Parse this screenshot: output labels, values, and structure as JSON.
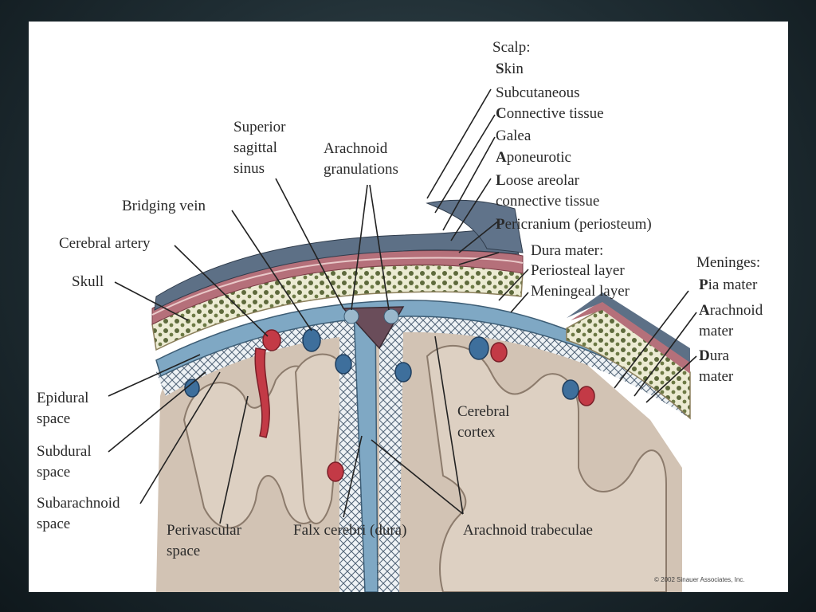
{
  "labels": {
    "scalp_title": "Scalp:",
    "skin": {
      "initial": "S",
      "rest": "kin"
    },
    "subcutaneous": "Subcutaneous",
    "connective_tissue": {
      "initial": "C",
      "rest": "onnective tissue"
    },
    "galea": "Galea",
    "aponeurotic": {
      "initial": "A",
      "rest": "poneurotic"
    },
    "loose_areolar_1": {
      "initial": "L",
      "rest": "oose areolar"
    },
    "loose_areolar_2": "connective tissue",
    "pericranium": {
      "initial": "P",
      "rest": "ericranium (periosteum)"
    },
    "superior_sagittal_sinus": [
      "Superior",
      "sagittal",
      "sinus"
    ],
    "arachnoid_granulations": [
      "Arachnoid",
      "granulations"
    ],
    "bridging_vein": "Bridging vein",
    "cerebral_artery": "Cerebral artery",
    "skull": "Skull",
    "dura_mater_title": "Dura mater:",
    "periosteal_layer": "Periosteal layer",
    "meningeal_layer": "Meningeal layer",
    "meninges_title": "Meninges:",
    "pia_mater": {
      "initial": "P",
      "rest": "ia mater"
    },
    "arachnoid_mater_1": {
      "initial": "A",
      "rest": "rachnoid"
    },
    "arachnoid_mater_2": "mater",
    "dura_mater_1": {
      "initial": "D",
      "rest": "ura"
    },
    "dura_mater_2": "mater",
    "epidural_space": [
      "Epidural",
      "space"
    ],
    "subdural_space": [
      "Subdural",
      "space"
    ],
    "subarachnoid_space": [
      "Subarachnoid",
      "space"
    ],
    "perivascular_space": [
      "Perivascular",
      "space"
    ],
    "falx_cerebri": "Falx cerebri (dura)",
    "arachnoid_trabeculae": "Arachnoid trabeculae",
    "cerebral_cortex": [
      "Cerebral",
      "cortex"
    ],
    "copyright": "© 2002 Sinauer Associates, Inc."
  },
  "colors": {
    "skin": "#5d7086",
    "muscle": "#b5707a",
    "bone": "#ecebd3",
    "bone_dots": "#5e6a3c",
    "dura": "#7fa8c4",
    "cortex": "#d2c3b4",
    "vein": "#3e6f9c",
    "artery": "#c33a46"
  }
}
